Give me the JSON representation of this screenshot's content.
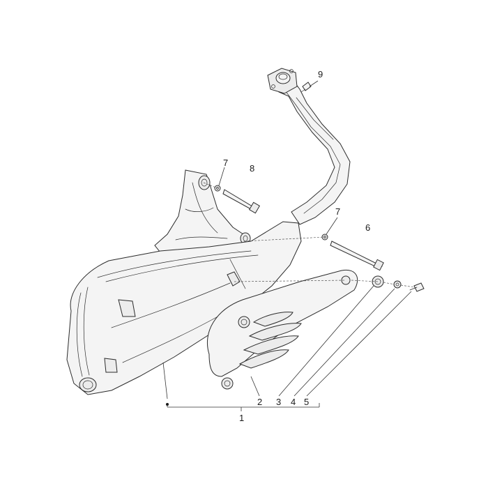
{
  "callouts": {
    "c1": "1",
    "c2": "2",
    "c3": "3",
    "c4": "4",
    "c5": "5",
    "c6": "6",
    "c7a": "7",
    "c7b": "7",
    "c8": "8",
    "c9": "9"
  },
  "parts": {
    "p1": "muffler-assembly",
    "p2": "heat-shield",
    "p3": "grommet",
    "p4": "washer",
    "p5": "screw",
    "p6": "long-bolt",
    "p7": "washer",
    "p8": "bolt",
    "p9": "exhaust-pipe-clamp"
  },
  "colors": {
    "line": "#2b2b2b",
    "text": "#1a1a1a",
    "background": "#ffffff"
  }
}
